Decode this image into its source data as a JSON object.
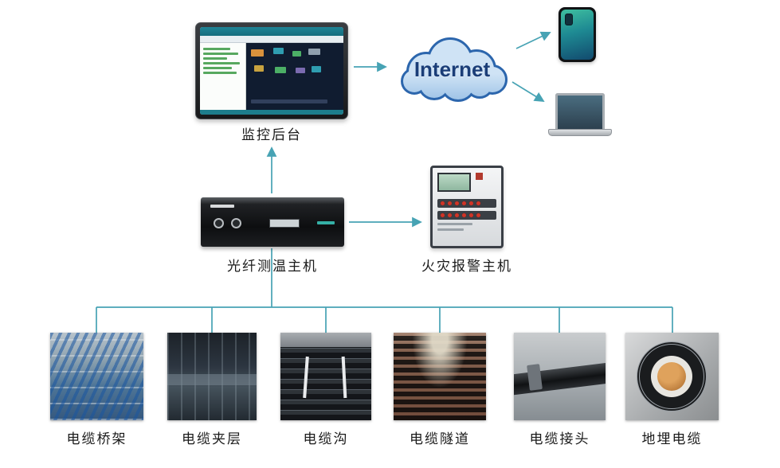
{
  "diagram": {
    "nodes": {
      "monitor": {
        "label": "监控后台"
      },
      "internet": {
        "label": "Internet"
      },
      "fiber_host": {
        "label": "光纤测温主机"
      },
      "fire_alarm": {
        "label": "火灾报警主机"
      }
    },
    "sites": [
      {
        "label": "电缆桥架"
      },
      {
        "label": "电缆夹层"
      },
      {
        "label": "电缆沟"
      },
      {
        "label": "电缆隧道"
      },
      {
        "label": "电缆接头"
      },
      {
        "label": "地埋电缆"
      }
    ],
    "colors": {
      "connector": "#47a3b4",
      "cloud_outline": "#2c66ad",
      "cloud_fill_light": "#cfe3f5",
      "cloud_fill_dark": "#5a96d2",
      "internet_text": "#1b3e78",
      "label_text": "#1a1a1a"
    }
  }
}
